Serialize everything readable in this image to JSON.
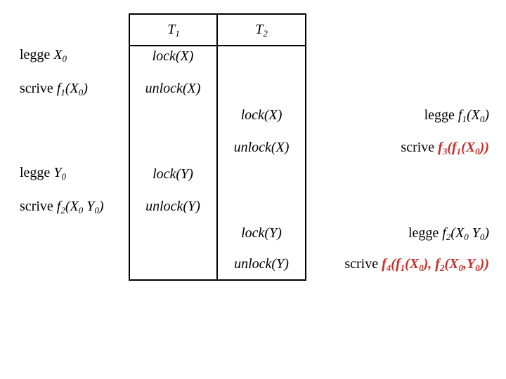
{
  "colors": {
    "highlight": "#c0302a",
    "line": "#000000"
  },
  "header": {
    "t1": "T",
    "t1_sub": "1",
    "t2": "T",
    "t2_sub": "2"
  },
  "left_ops": [
    {
      "pre": "legge ",
      "var": "X",
      "sub": "0"
    },
    {
      "pre": "scrive ",
      "fn": "f",
      "fsub": "1",
      "arg": "(X",
      "argsub": "0",
      "close": ")"
    },
    {
      "pre": "legge ",
      "var": "Y",
      "sub": "0"
    },
    {
      "pre": "scrive ",
      "fn": "f",
      "fsub": "2",
      "arg": "(X",
      "argsub": "0",
      "arg2": " Y",
      "arg2sub": "0",
      "close": ")"
    }
  ],
  "t1_ops": [
    "lock(X)",
    "unlock(X)",
    "lock(Y)",
    "unlock(Y)"
  ],
  "t2_ops": [
    "lock(X)",
    "unlock(X)",
    "lock(Y)",
    "unlock(Y)"
  ],
  "right_ops": [
    {
      "pre": "legge ",
      "fn": "f",
      "fsub": "1",
      "arg": "(X",
      "argsub": "0",
      "close": ")"
    },
    {
      "pre": "scrive ",
      "red": "f3(f1(X0))",
      "r1": "f",
      "r1s": "3",
      "r2": "(f",
      "r2s": "1",
      "r3": "(X",
      "r3s": "0",
      "r4": "))"
    },
    {
      "pre": "legge ",
      "fn": "f",
      "fsub": "2",
      "arg": "(X",
      "argsub": "0",
      "arg2": " Y",
      "arg2sub": "0",
      "close": ")"
    },
    {
      "pre": "scrive ",
      "r1": "f",
      "r1s": "4",
      "r2": "(f",
      "r2s": "1",
      "r3": "(X",
      "r3s": "0",
      "r4": "), f",
      "r4s": "2",
      "r5": "(X",
      "r5s": "0",
      "r6": ",Y",
      "r6s": "0",
      "r7": "))"
    }
  ]
}
